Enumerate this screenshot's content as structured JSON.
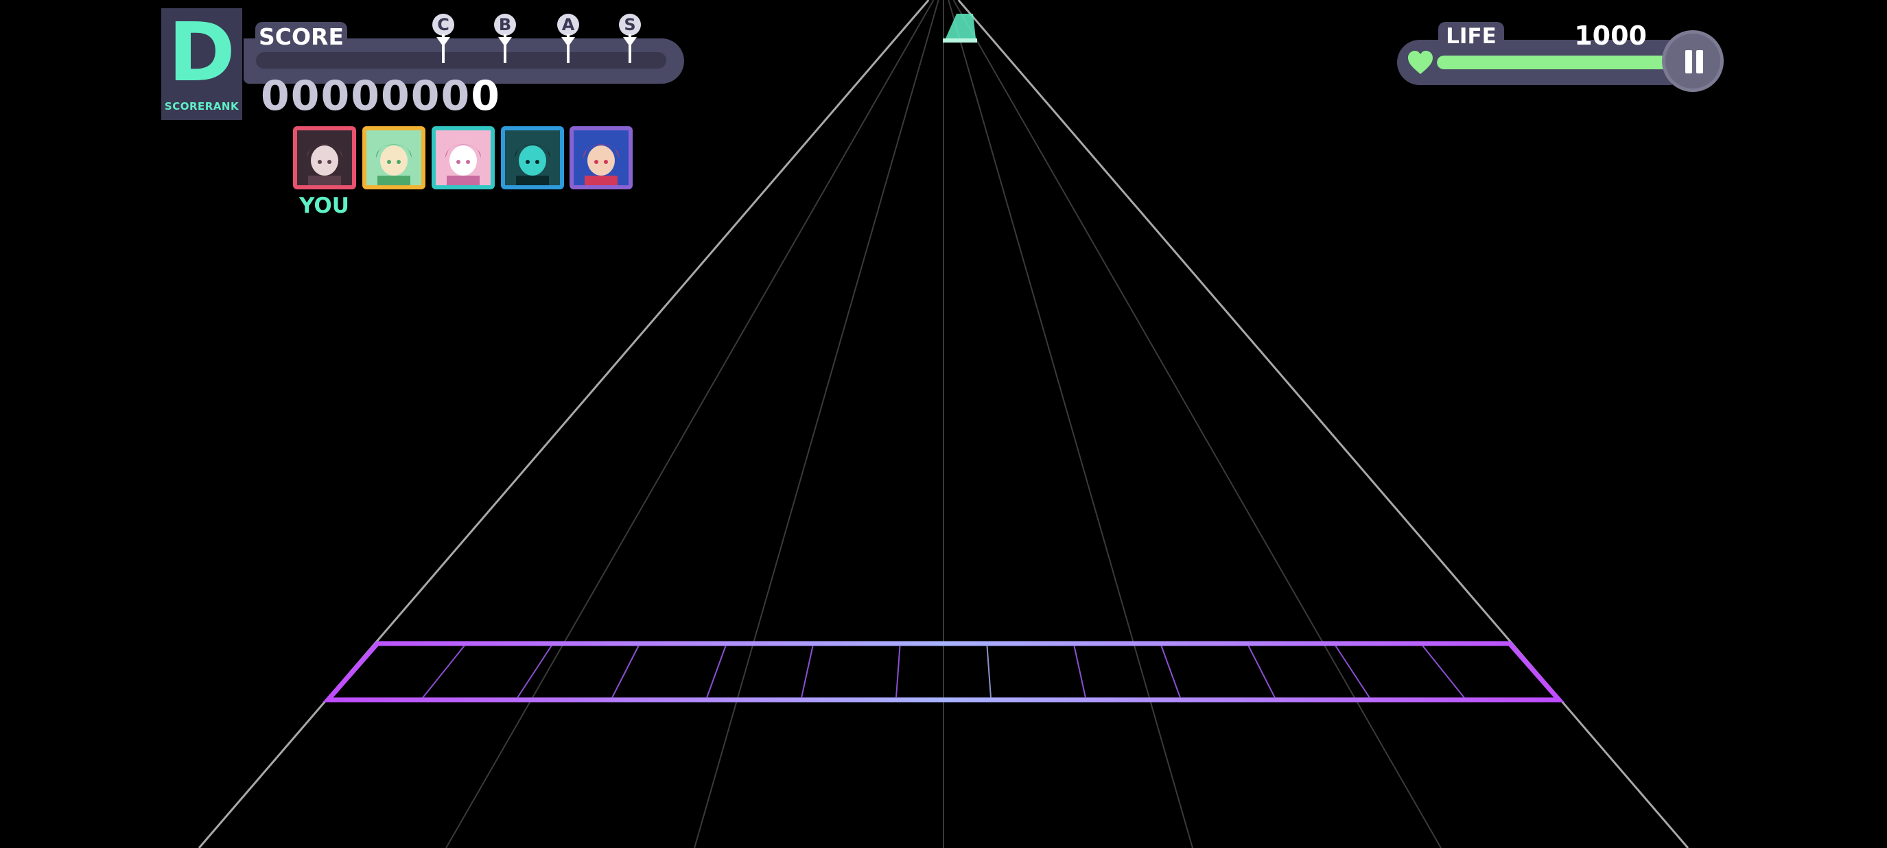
{
  "rank": {
    "letter": "D",
    "caption": "SCORERANK"
  },
  "score": {
    "title": "SCORE",
    "value_leading": "0000000",
    "value_last": "0",
    "progress": 0,
    "rank_markers": [
      "C",
      "B",
      "A",
      "S"
    ]
  },
  "team": {
    "you_label": "YOU",
    "frame_colors": [
      "#e8526e",
      "#f2b233",
      "#33c7c4",
      "#2f9bdc",
      "#8a63d2"
    ]
  },
  "life": {
    "title": "LIFE",
    "value": "1000",
    "fraction": 1.0,
    "color": "#8ff08d"
  },
  "colors": {
    "accent": "#5ff0c6",
    "panel": "#4a4966",
    "judgement_line": "#b45cff"
  },
  "icons": {
    "pause": "pause-icon",
    "heart": "heart-icon"
  }
}
